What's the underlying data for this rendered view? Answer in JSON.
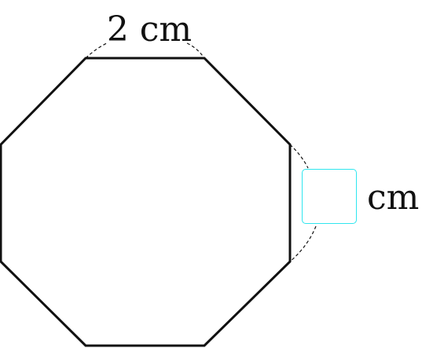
{
  "diagram": {
    "shape": "regular octagon",
    "top_side_label": "2 cm",
    "right_side_unit": "cm",
    "answer_value": "",
    "colors": {
      "outline": "#111111",
      "answer_box_border": "#2fe6ef"
    }
  }
}
